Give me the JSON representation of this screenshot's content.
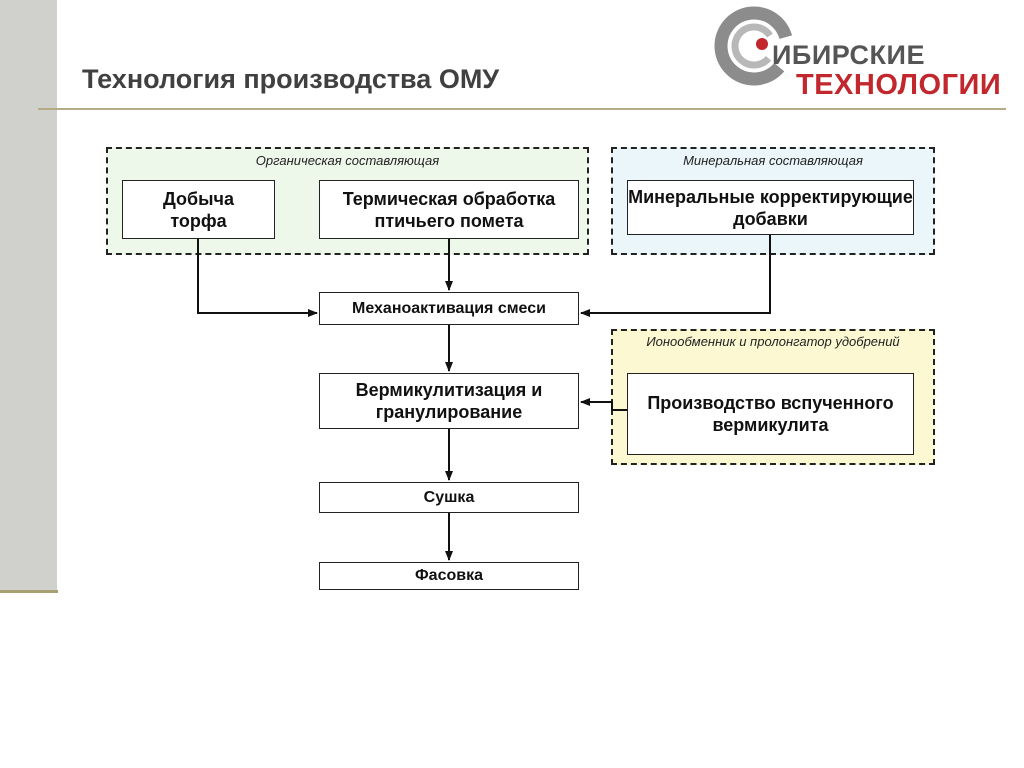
{
  "slide": {
    "title": "Технология производства ОМУ"
  },
  "logo": {
    "line1": "ИБИРСКИЕ",
    "line2": "ТЕХНОЛОГИИ",
    "colors": {
      "gray": "#555555",
      "red": "#c1272d"
    }
  },
  "groups": {
    "organic": {
      "label": "Органическая составляющая"
    },
    "mineral": {
      "label": "Минеральная составляющая"
    },
    "ion": {
      "label": "Ионообменник и пролонгатор удобрений"
    }
  },
  "nodes": {
    "peat": "Добыча торфа",
    "manure": "Термическая обработка птичьего помета",
    "mineral_add": "Минеральные корректирующие добавки",
    "mechano": "Механоактивация смеси",
    "vermic": "Вермикулитизация и гранулирование",
    "vermiculite": "Производство вспученного вермикулита",
    "drying": "Сушка",
    "packing": "Фасовка"
  },
  "colors": {
    "organic_fill": "#eef8ea",
    "mineral_fill": "#eaf6fa",
    "ion_fill": "#fbf8d2"
  }
}
